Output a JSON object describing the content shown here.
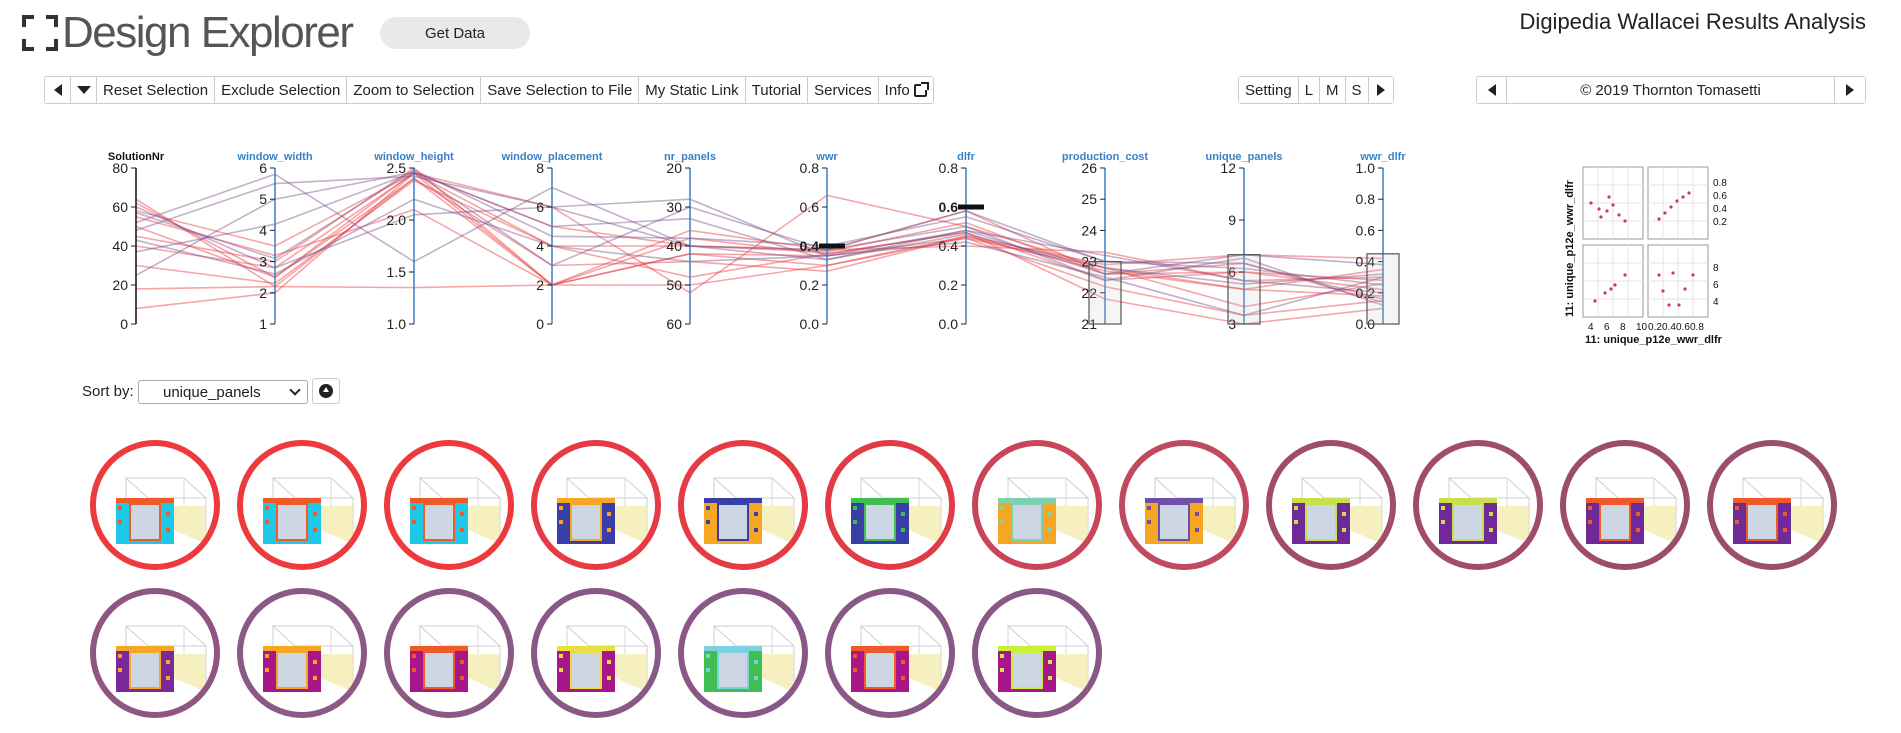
{
  "header": {
    "logo_text": "Design Explorer",
    "get_data_label": "Get Data",
    "app_title": "Digipedia Wallacei Results Analysis"
  },
  "toolbar": {
    "reset": "Reset Selection",
    "exclude": "Exclude Selection",
    "zoom": "Zoom to Selection",
    "save": "Save Selection to File",
    "static_link": "My Static Link",
    "tutorial": "Tutorial",
    "services": "Services",
    "info": "Info"
  },
  "size_toolbar": {
    "setting": "Setting",
    "l": "L",
    "m": "M",
    "s": "S"
  },
  "credit_toolbar": {
    "credit": "© 2019 Thornton Tomasetti"
  },
  "sort": {
    "label": "Sort by:",
    "value": "unique_panels"
  },
  "colors": {
    "accent": "#3b7fc4",
    "line_red": "#e8393d",
    "line_purple": "#7a4f8a",
    "thumb_red": "#ee3a3d",
    "thumb_purple": "#8c5b88"
  },
  "chart_data": {
    "type": "parallel_coordinates",
    "axes": [
      {
        "name": "SolutionNr",
        "ticks": [
          "0",
          "20",
          "40",
          "60",
          "80"
        ],
        "range": [
          0,
          80
        ],
        "title_style": "black"
      },
      {
        "name": "window_width",
        "ticks": [
          "1",
          "2",
          "3",
          "4",
          "5",
          "6"
        ],
        "range": [
          1,
          6
        ]
      },
      {
        "name": "window_height",
        "ticks": [
          "1.0",
          "1.5",
          "2.0",
          "2.5"
        ],
        "range": [
          1.0,
          2.5
        ]
      },
      {
        "name": "window_placement",
        "ticks": [
          "0",
          "2",
          "4",
          "6",
          "8"
        ],
        "range": [
          0,
          8
        ]
      },
      {
        "name": "nr_panels",
        "ticks": [
          "60",
          "50",
          "40",
          "30",
          "20"
        ],
        "range": [
          60,
          20
        ]
      },
      {
        "name": "wwr",
        "ticks": [
          "0.0",
          "0.2",
          "0.4",
          "0.6",
          "0.8"
        ],
        "range": [
          0,
          0.8
        ],
        "highlight": "0.4"
      },
      {
        "name": "dlfr",
        "ticks": [
          "0.0",
          "0.2",
          "0.4",
          "0.6",
          "0.8"
        ],
        "range": [
          0,
          0.8
        ],
        "highlight": "0.6"
      },
      {
        "name": "production_cost",
        "ticks": [
          "21",
          "22",
          "23",
          "24",
          "25",
          "26"
        ],
        "range": [
          21,
          26
        ],
        "brush": [
          21,
          23
        ]
      },
      {
        "name": "unique_panels",
        "ticks": [
          "3",
          "6",
          "9",
          "12"
        ],
        "range": [
          3,
          12
        ],
        "brush": [
          3,
          7
        ]
      },
      {
        "name": "wwr_dlfr",
        "ticks": [
          "0.0",
          "0.2",
          "0.4",
          "0.6",
          "0.8",
          "1.0"
        ],
        "range": [
          0,
          1
        ],
        "brush": [
          0,
          0.45
        ]
      }
    ],
    "series": [
      {
        "values": [
          8,
          2,
          2.45,
          2,
          36,
          0.38,
          0.58,
          22.6,
          6,
          0.22
        ],
        "color": "red"
      },
      {
        "values": [
          18,
          2.2,
          2.4,
          2,
          42,
          0.3,
          0.44,
          22.2,
          3.5,
          0.15
        ],
        "color": "red"
      },
      {
        "values": [
          30,
          2.3,
          2.38,
          4,
          48,
          0.36,
          0.47,
          21.8,
          3,
          0.1
        ],
        "color": "red"
      },
      {
        "values": [
          40,
          2.8,
          2.45,
          6,
          52,
          0.66,
          0.5,
          22.8,
          5,
          0.18
        ],
        "color": "red"
      },
      {
        "values": [
          45,
          3.0,
          2.5,
          2,
          38,
          0.36,
          0.47,
          22.4,
          6,
          0.28
        ],
        "color": "red"
      },
      {
        "values": [
          50,
          2.5,
          2.46,
          5,
          40,
          0.38,
          0.4,
          23.3,
          5.5,
          0.3
        ],
        "color": "red"
      },
      {
        "values": [
          55,
          3.2,
          2.1,
          2,
          42,
          0.35,
          0.44,
          22.8,
          4,
          0.26
        ],
        "color": "red"
      },
      {
        "values": [
          58,
          3.5,
          2.45,
          4,
          40,
          0.37,
          0.52,
          22.6,
          6.5,
          0.14
        ],
        "color": "red"
      },
      {
        "values": [
          62,
          2.5,
          2.4,
          3,
          44,
          0.27,
          0.45,
          22.9,
          7,
          0.42
        ],
        "color": "red"
      },
      {
        "values": [
          64,
          2.2,
          1.35,
          2,
          50,
          0.3,
          0.45,
          22.7,
          5,
          0.35
        ],
        "color": "red"
      },
      {
        "values": [
          48,
          5.5,
          2.42,
          6,
          28,
          0.35,
          0.42,
          22.5,
          3.5,
          0.3
        ],
        "color": "purple"
      },
      {
        "values": [
          52,
          5.8,
          1.6,
          7,
          40,
          0.33,
          0.48,
          23.2,
          5.5,
          0.2
        ],
        "color": "purple"
      },
      {
        "values": [
          57,
          3.1,
          2.48,
          4.5,
          38,
          0.4,
          0.55,
          23.0,
          6.5,
          0.16
        ],
        "color": "purple"
      },
      {
        "values": [
          60,
          2.8,
          2.05,
          6,
          40,
          0.38,
          0.5,
          22.4,
          6.8,
          0.12
        ],
        "color": "purple"
      },
      {
        "values": [
          43,
          2.6,
          2.2,
          4,
          44,
          0.35,
          0.48,
          22.6,
          7,
          0.38
        ],
        "color": "purple"
      },
      {
        "values": [
          37,
          4.2,
          2.46,
          3,
          30,
          0.38,
          0.58,
          23.0,
          6.2,
          0.25
        ],
        "color": "purple"
      },
      {
        "values": [
          25,
          5.0,
          2.46,
          5,
          33,
          0.33,
          0.46,
          22.8,
          5.3,
          0.32
        ],
        "color": "purple"
      }
    ]
  },
  "scatter_matrix": {
    "x_label": "11: unique_p12e_wwr_dlfr",
    "y_label": "11: unique_p12e_wwr_dlfr",
    "x_ticks_left": [
      "4",
      "6",
      "8",
      "10"
    ],
    "x_ticks_right": [
      "0.2",
      "0.4",
      "0.6",
      "0.8"
    ],
    "y_ticks_top": [
      "0.2",
      "0.4",
      "0.6",
      "0.8"
    ],
    "y_ticks_bottom": [
      "4",
      "6",
      "8"
    ]
  },
  "thumbnails": [
    {
      "ring": "#ee3a3d",
      "panel": "#1ec8e6",
      "accent": "#f05a28"
    },
    {
      "ring": "#ee3a3d",
      "panel": "#1ec8e6",
      "accent": "#f05a28"
    },
    {
      "ring": "#ee3a3d",
      "panel": "#1ec8e6",
      "accent": "#f05a28"
    },
    {
      "ring": "#e63a44",
      "panel": "#3a3fa8",
      "accent": "#f5a623"
    },
    {
      "ring": "#e63a44",
      "panel": "#f5a623",
      "accent": "#3a3fa8"
    },
    {
      "ring": "#e03c46",
      "panel": "#3a3fa8",
      "accent": "#3fbf4f"
    },
    {
      "ring": "#c8455a",
      "panel": "#f5a623",
      "accent": "#7bd1b0"
    },
    {
      "ring": "#c04a5e",
      "panel": "#f5a623",
      "accent": "#6f4fa8"
    },
    {
      "ring": "#a04d6a",
      "panel": "#6f2a98",
      "accent": "#c8e04a"
    },
    {
      "ring": "#a04d6a",
      "panel": "#6f2a98",
      "accent": "#c8e04a"
    },
    {
      "ring": "#9c4d6c",
      "panel": "#6f2a98",
      "accent": "#f05a28"
    },
    {
      "ring": "#9a4f6e",
      "panel": "#6f2a98",
      "accent": "#f05a28"
    },
    {
      "ring": "#8e5680",
      "panel": "#7a2a98",
      "accent": "#f5a623"
    },
    {
      "ring": "#8c5884",
      "panel": "#a8178a",
      "accent": "#f5a623"
    },
    {
      "ring": "#8c5884",
      "panel": "#a8178a",
      "accent": "#f05a28"
    },
    {
      "ring": "#8a5886",
      "panel": "#a8178a",
      "accent": "#e8e040"
    },
    {
      "ring": "#8a5886",
      "panel": "#3fbf4f",
      "accent": "#7bd1e0"
    },
    {
      "ring": "#8a5886",
      "panel": "#a8178a",
      "accent": "#f05a28"
    },
    {
      "ring": "#8a5886",
      "panel": "#a8178a",
      "accent": "#c8f03a"
    }
  ]
}
